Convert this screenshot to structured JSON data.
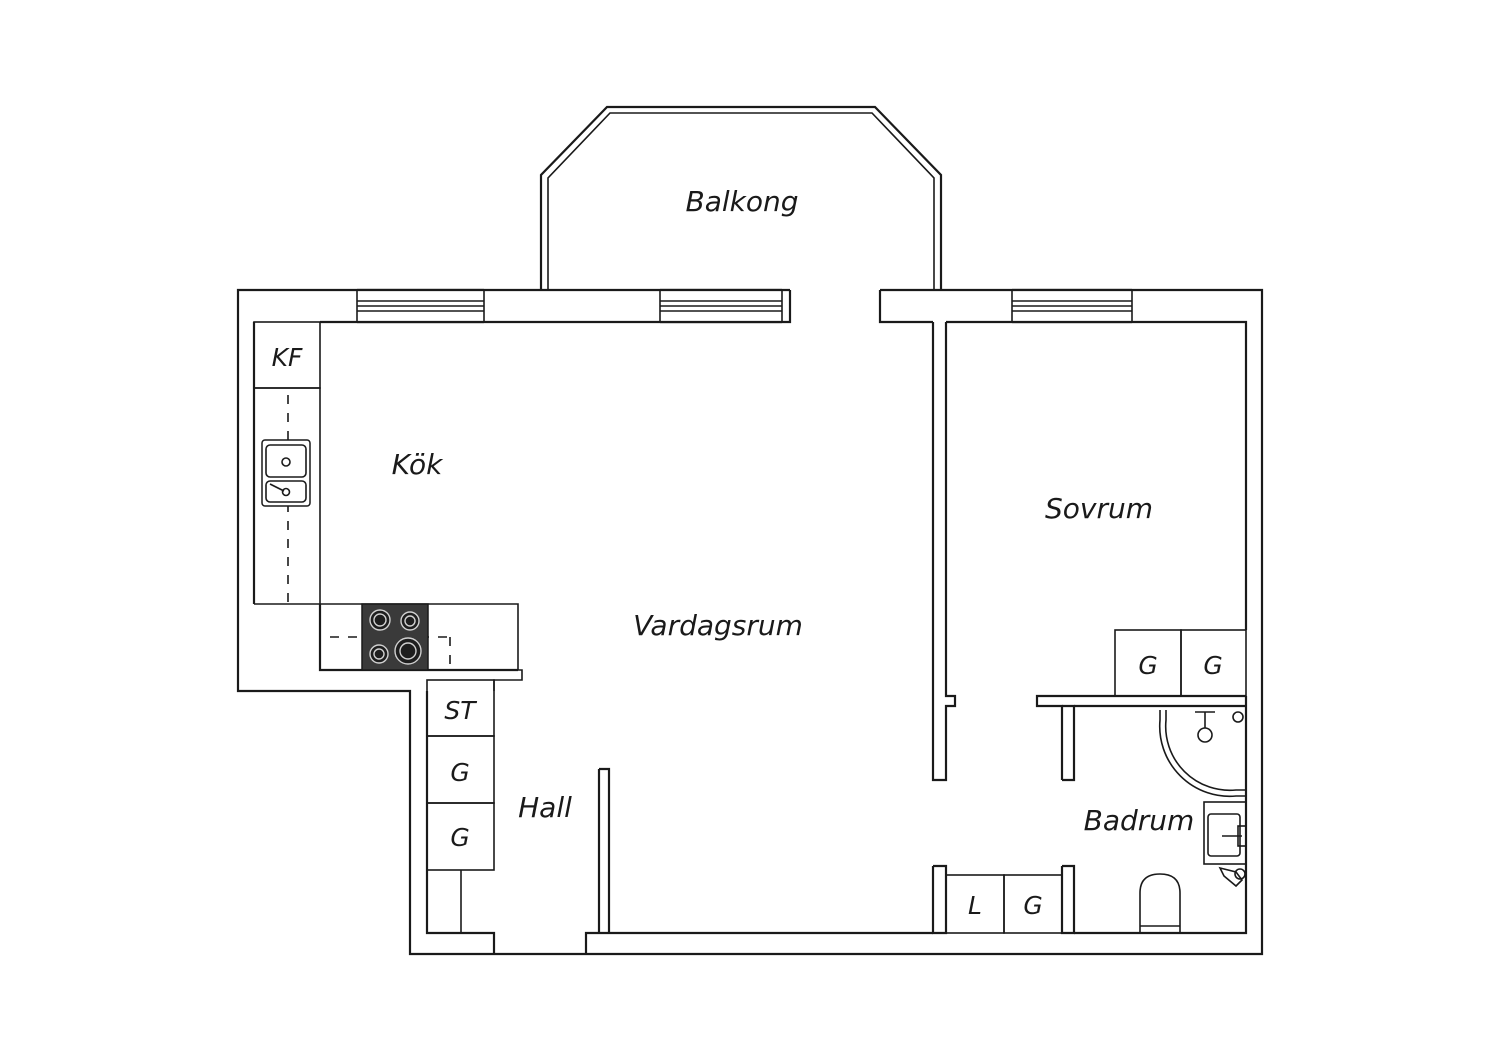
{
  "rooms": {
    "balkong": "Balkong",
    "kok": "Kök",
    "vardagsrum": "Vardagsrum",
    "sovrum": "Sovrum",
    "hall": "Hall",
    "badrum": "Badrum"
  },
  "fixtures": {
    "kf": "KF",
    "st": "ST",
    "g_hall_upper": "G",
    "g_hall_lower": "G",
    "g_sovrum_left": "G",
    "g_sovrum_right": "G",
    "l_closet": "L",
    "g_closet": "G"
  },
  "colors": {
    "line": "#1a1a1a",
    "cooktop": "#3a3a3a",
    "background": "#ffffff"
  }
}
